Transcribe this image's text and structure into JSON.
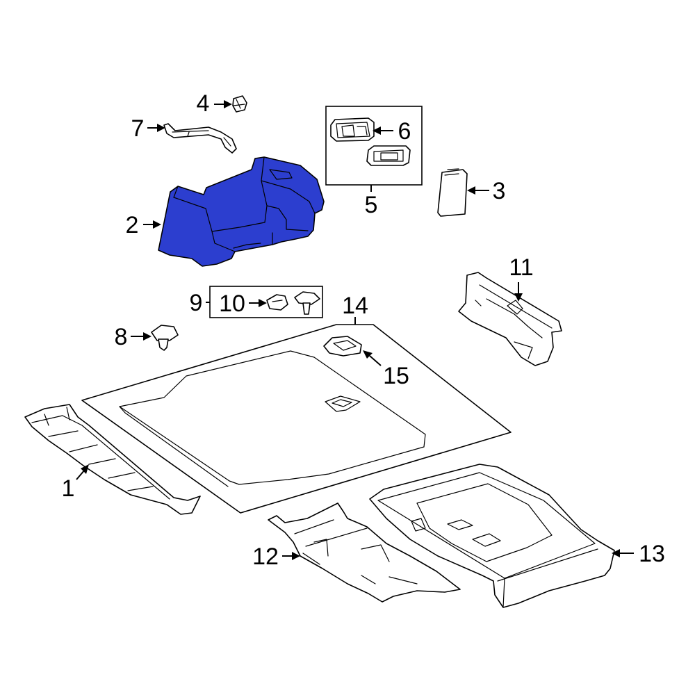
{
  "colors": {
    "highlight": "#2c3ecf",
    "highlight_dark": "#1c2a9a",
    "line": "#000000",
    "background": "#ffffff"
  },
  "callouts": [
    {
      "id": "1",
      "text": "1"
    },
    {
      "id": "2",
      "text": "2"
    },
    {
      "id": "3",
      "text": "3"
    },
    {
      "id": "4",
      "text": "4"
    },
    {
      "id": "5",
      "text": "5"
    },
    {
      "id": "6",
      "text": "6"
    },
    {
      "id": "7",
      "text": "7"
    },
    {
      "id": "8",
      "text": "8"
    },
    {
      "id": "9",
      "text": "9"
    },
    {
      "id": "10",
      "text": "10"
    },
    {
      "id": "11",
      "text": "11"
    },
    {
      "id": "12",
      "text": "12"
    },
    {
      "id": "13",
      "text": "13"
    },
    {
      "id": "14",
      "text": "14"
    },
    {
      "id": "15",
      "text": "15"
    }
  ],
  "highlighted_part": "2"
}
